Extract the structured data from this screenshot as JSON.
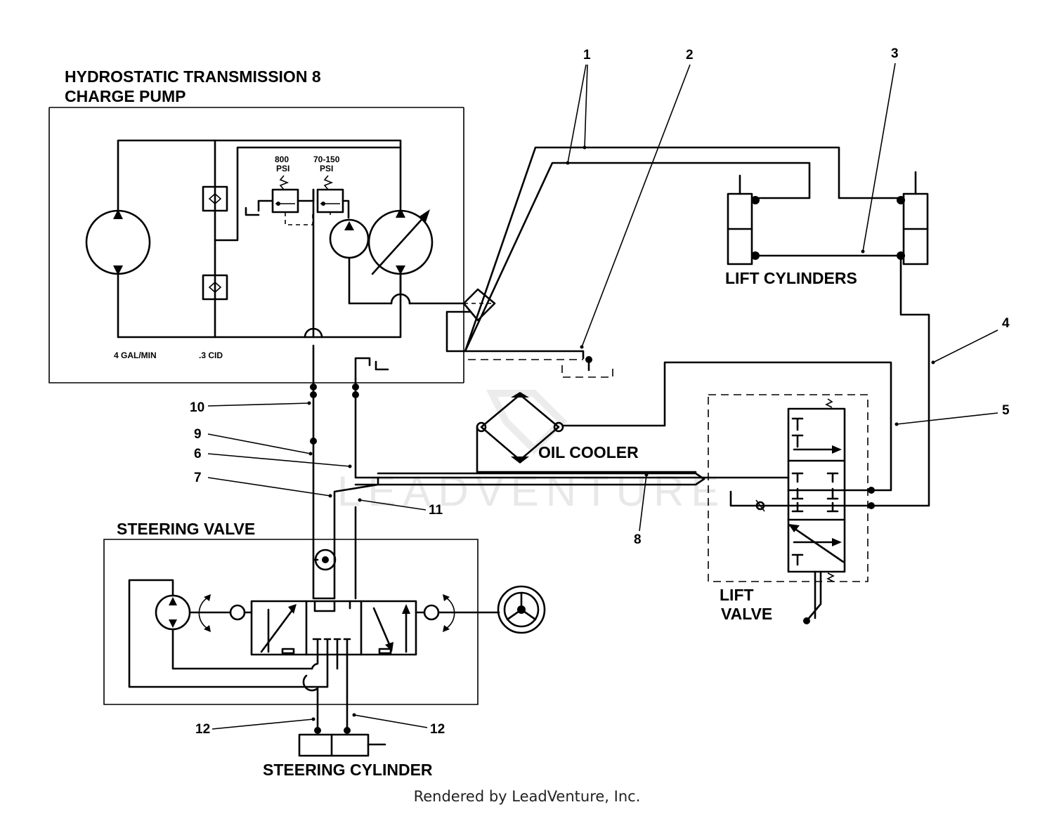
{
  "diagram": {
    "title_line1": "HYDROSTATIC TRANSMISSION 8",
    "title_line2": "CHARGE PUMP",
    "relief_high": "800",
    "relief_high_unit": "PSI",
    "relief_low": "70-150",
    "relief_low_unit": "PSI",
    "flow_rating": "4 GAL/MIN",
    "displacement": ".3 CID",
    "lift_cylinders": "LIFT CYLINDERS",
    "oil_cooler": "OIL COOLER",
    "steering_valve": "STEERING VALVE",
    "lift_valve_line1": "LIFT",
    "lift_valve_line2": "VALVE",
    "steering_cylinder": "STEERING CYLINDER",
    "callouts": [
      "1",
      "2",
      "3",
      "4",
      "5",
      "6",
      "7",
      "8",
      "9",
      "10",
      "11",
      "12",
      "12"
    ]
  },
  "watermark": "LEADVENTURE",
  "footer": "Rendered by LeadVenture, Inc."
}
